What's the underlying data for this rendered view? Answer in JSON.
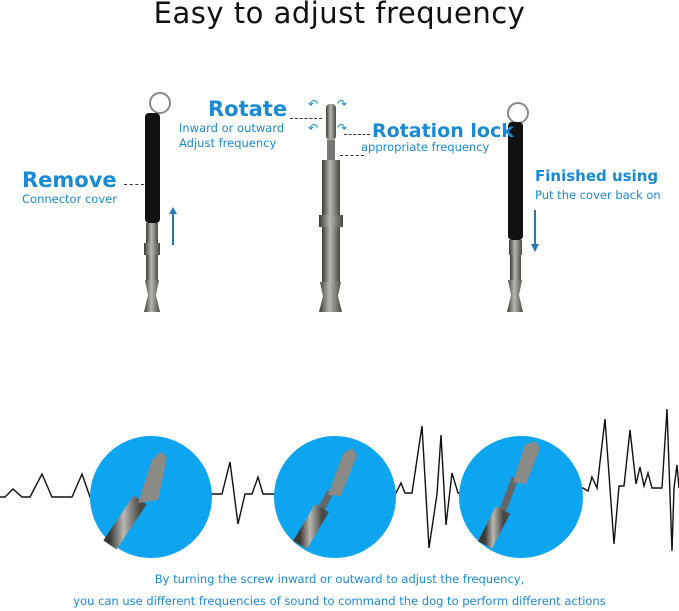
{
  "title": "Easy to adjust frequency",
  "labels": {
    "remove": {
      "heading": "Remove",
      "sub": "Connector cover"
    },
    "rotate": {
      "heading": "Rotate",
      "sub1": "Inward or outward",
      "sub2": "Adjust frequency"
    },
    "rotation_lock": {
      "heading": "Rotation lock",
      "sub": "appropriate frequency"
    },
    "finished": {
      "heading": "Finished using",
      "sub": "Put the cover back on"
    }
  },
  "caption": {
    "line1": "By turning the screw inward or outward to adjust the frequency,",
    "line2": "you can use different frequencies of sound to command the dog to perform different actions"
  },
  "colors": {
    "accent": "#1a8ad4",
    "circle": "#0ea5f0"
  }
}
